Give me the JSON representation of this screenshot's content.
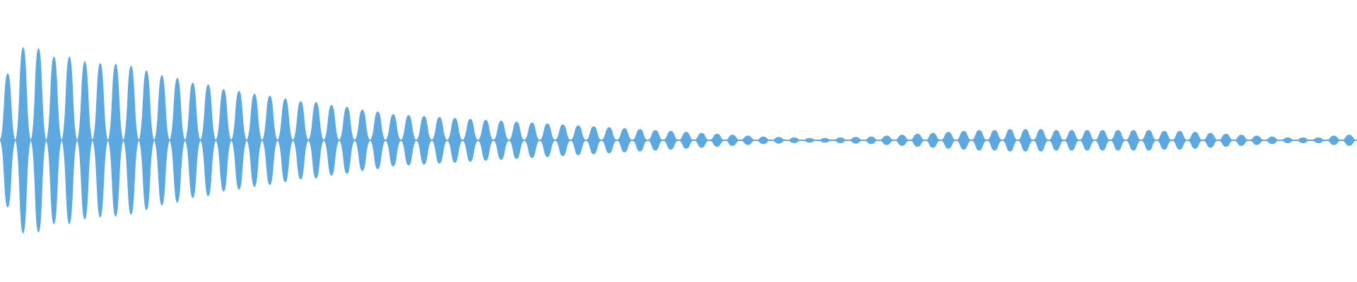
{
  "waveform": {
    "fill_color": "#5ea8e0",
    "background_color": "#ffffff",
    "bursts": [
      {
        "amplitude": 0.72
      },
      {
        "amplitude": 1.0
      },
      {
        "amplitude": 0.99
      },
      {
        "amplitude": 0.9
      },
      {
        "amplitude": 0.9
      },
      {
        "amplitude": 0.85
      },
      {
        "amplitude": 0.83
      },
      {
        "amplitude": 0.82
      },
      {
        "amplitude": 0.8
      },
      {
        "amplitude": 0.75
      },
      {
        "amplitude": 0.7
      },
      {
        "amplitude": 0.67
      },
      {
        "amplitude": 0.62
      },
      {
        "amplitude": 0.6
      },
      {
        "amplitude": 0.55
      },
      {
        "amplitude": 0.53
      },
      {
        "amplitude": 0.5
      },
      {
        "amplitude": 0.48
      },
      {
        "amplitude": 0.45
      },
      {
        "amplitude": 0.42
      },
      {
        "amplitude": 0.41
      },
      {
        "amplitude": 0.38
      },
      {
        "amplitude": 0.36
      },
      {
        "amplitude": 0.33
      },
      {
        "amplitude": 0.31
      },
      {
        "amplitude": 0.28
      },
      {
        "amplitude": 0.27
      },
      {
        "amplitude": 0.26
      },
      {
        "amplitude": 0.25
      },
      {
        "amplitude": 0.24
      },
      {
        "amplitude": 0.23
      },
      {
        "amplitude": 0.22
      },
      {
        "amplitude": 0.21
      },
      {
        "amplitude": 0.2
      },
      {
        "amplitude": 0.19
      },
      {
        "amplitude": 0.18
      },
      {
        "amplitude": 0.17
      },
      {
        "amplitude": 0.16
      },
      {
        "amplitude": 0.15
      },
      {
        "amplitude": 0.14
      },
      {
        "amplitude": 0.13
      },
      {
        "amplitude": 0.12
      },
      {
        "amplitude": 0.11
      },
      {
        "amplitude": 0.1
      },
      {
        "amplitude": 0.09
      },
      {
        "amplitude": 0.08
      },
      {
        "amplitude": 0.07
      },
      {
        "amplitude": 0.06
      },
      {
        "amplitude": 0.05
      },
      {
        "amplitude": 0.04
      },
      {
        "amplitude": 0.035
      },
      {
        "amplitude": 0.03
      },
      {
        "amplitude": 0.025
      },
      {
        "amplitude": 0.025
      },
      {
        "amplitude": 0.03
      },
      {
        "amplitude": 0.035
      },
      {
        "amplitude": 0.04
      },
      {
        "amplitude": 0.05
      },
      {
        "amplitude": 0.06
      },
      {
        "amplitude": 0.07
      },
      {
        "amplitude": 0.08
      },
      {
        "amplitude": 0.09
      },
      {
        "amplitude": 0.1
      },
      {
        "amplitude": 0.11
      },
      {
        "amplitude": 0.11
      },
      {
        "amplitude": 0.12
      },
      {
        "amplitude": 0.12
      },
      {
        "amplitude": 0.12
      },
      {
        "amplitude": 0.11
      },
      {
        "amplitude": 0.11
      },
      {
        "amplitude": 0.11
      },
      {
        "amplitude": 0.11
      },
      {
        "amplitude": 0.11
      },
      {
        "amplitude": 0.11
      },
      {
        "amplitude": 0.11
      },
      {
        "amplitude": 0.1
      },
      {
        "amplitude": 0.1
      },
      {
        "amplitude": 0.09
      },
      {
        "amplitude": 0.08
      },
      {
        "amplitude": 0.07
      },
      {
        "amplitude": 0.06
      },
      {
        "amplitude": 0.05
      },
      {
        "amplitude": 0.04
      },
      {
        "amplitude": 0.03
      },
      {
        "amplitude": 0.03
      },
      {
        "amplitude": 0.03
      },
      {
        "amplitude": 0.05
      },
      {
        "amplitude": 0.06
      }
    ]
  }
}
